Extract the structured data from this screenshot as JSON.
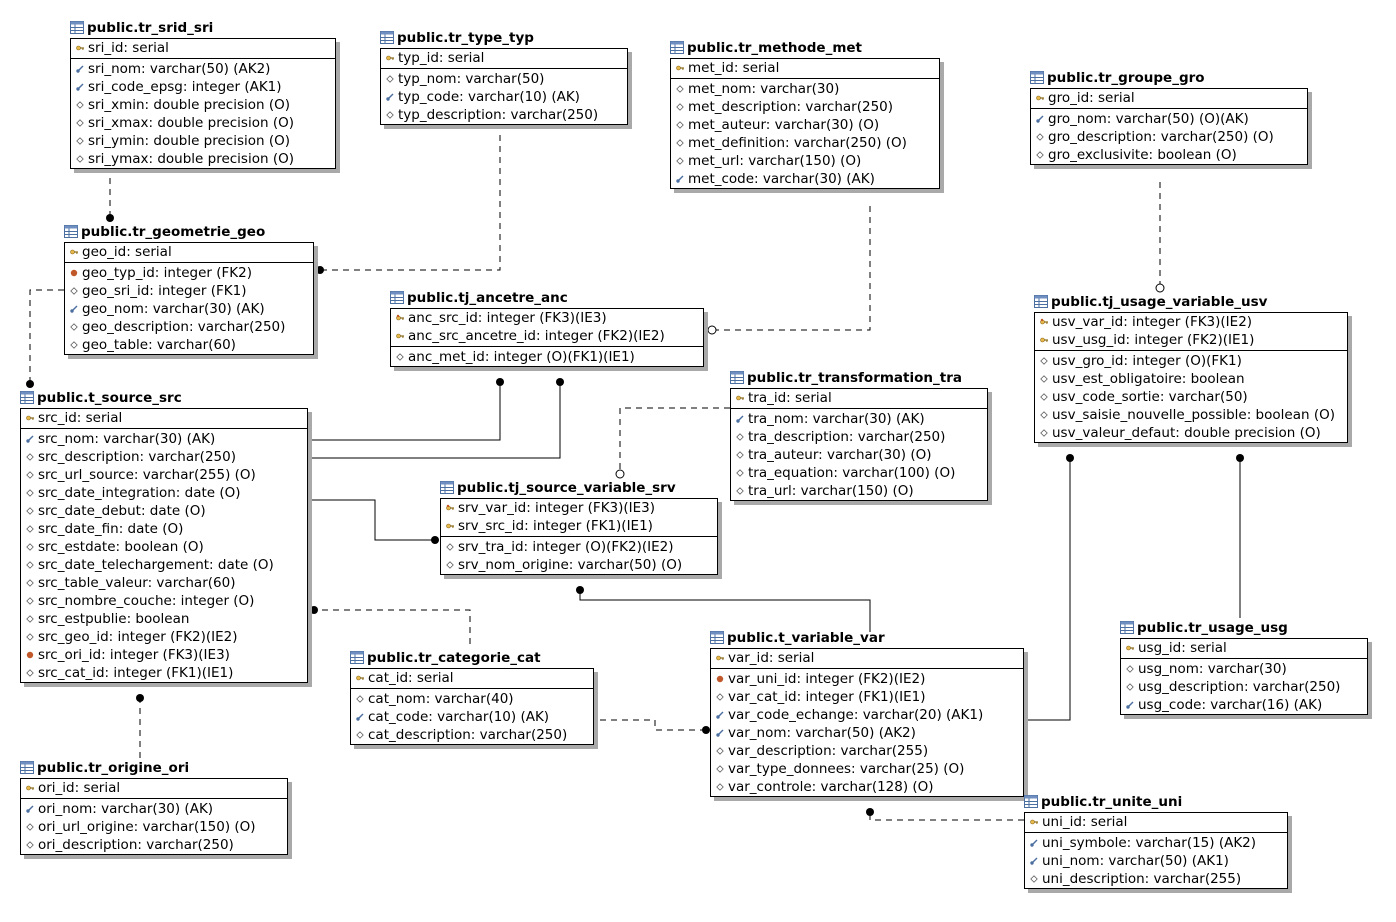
{
  "colors": {
    "line": "#000000",
    "shadow": "#a9a9a9",
    "key_icon": "#e8b84a",
    "fk_marker": "#c0582a",
    "ak_key": "#4a6fa0"
  },
  "icon_names": {
    "table": "table-icon",
    "pk": "key-icon",
    "ak": "alternate-key-icon",
    "fk": "foreign-key-dot-icon",
    "pkfk": "primary-foreign-key-icon",
    "col": "column-diamond-icon"
  },
  "tables": [
    {
      "name": "public.tr_srid_sri",
      "pk": [
        {
          "t": "sri_id: serial",
          "i": "pk"
        }
      ],
      "cols": [
        {
          "t": "sri_nom: varchar(50) (AK2)",
          "i": "ak"
        },
        {
          "t": "sri_code_epsg: integer (AK1)",
          "i": "ak"
        },
        {
          "t": "sri_xmin: double precision (O)",
          "i": "col"
        },
        {
          "t": "sri_xmax: double precision (O)",
          "i": "col"
        },
        {
          "t": "sri_ymin: double precision (O)",
          "i": "col"
        },
        {
          "t": "sri_ymax: double precision (O)",
          "i": "col"
        }
      ]
    },
    {
      "name": "public.tr_type_typ",
      "pk": [
        {
          "t": "typ_id: serial",
          "i": "pk"
        }
      ],
      "cols": [
        {
          "t": "typ_nom: varchar(50)",
          "i": "col"
        },
        {
          "t": "typ_code: varchar(10) (AK)",
          "i": "ak"
        },
        {
          "t": "typ_description: varchar(250)",
          "i": "col"
        }
      ]
    },
    {
      "name": "public.tr_methode_met",
      "pk": [
        {
          "t": "met_id: serial",
          "i": "pk"
        }
      ],
      "cols": [
        {
          "t": "met_nom: varchar(30)",
          "i": "col"
        },
        {
          "t": "met_description: varchar(250)",
          "i": "col"
        },
        {
          "t": "met_auteur: varchar(30) (O)",
          "i": "col"
        },
        {
          "t": "met_definition: varchar(250) (O)",
          "i": "col"
        },
        {
          "t": "met_url: varchar(150) (O)",
          "i": "col"
        },
        {
          "t": "met_code: varchar(30) (AK)",
          "i": "ak"
        }
      ]
    },
    {
      "name": "public.tr_groupe_gro",
      "pk": [
        {
          "t": "gro_id: serial",
          "i": "pk"
        }
      ],
      "cols": [
        {
          "t": "gro_nom: varchar(50) (O)(AK)",
          "i": "ak"
        },
        {
          "t": "gro_description: varchar(250) (O)",
          "i": "col"
        },
        {
          "t": "gro_exclusivite: boolean (O)",
          "i": "col"
        }
      ]
    },
    {
      "name": "public.tr_geometrie_geo",
      "pk": [
        {
          "t": "geo_id: serial",
          "i": "pk"
        }
      ],
      "cols": [
        {
          "t": "geo_typ_id: integer (FK2)",
          "i": "fk"
        },
        {
          "t": "geo_sri_id: integer (FK1)",
          "i": "col"
        },
        {
          "t": "geo_nom: varchar(30) (AK)",
          "i": "ak"
        },
        {
          "t": "geo_description: varchar(250)",
          "i": "col"
        },
        {
          "t": "geo_table: varchar(60)",
          "i": "col"
        }
      ]
    },
    {
      "name": "public.tj_ancetre_anc",
      "pk": [
        {
          "t": "anc_src_id: integer (FK3)(IE3)",
          "i": "pkfk"
        },
        {
          "t": "anc_src_ancetre_id: integer (FK2)(IE2)",
          "i": "pk"
        }
      ],
      "cols": [
        {
          "t": "anc_met_id: integer (O)(FK1)(IE1)",
          "i": "col"
        }
      ]
    },
    {
      "name": "public.tj_usage_variable_usv",
      "pk": [
        {
          "t": "usv_var_id: integer (FK3)(IE2)",
          "i": "pkfk"
        },
        {
          "t": "usv_usg_id: integer (FK2)(IE1)",
          "i": "pk"
        }
      ],
      "cols": [
        {
          "t": "usv_gro_id: integer (O)(FK1)",
          "i": "col"
        },
        {
          "t": "usv_est_obligatoire: boolean",
          "i": "col"
        },
        {
          "t": "usv_code_sortie: varchar(50)",
          "i": "col"
        },
        {
          "t": "usv_saisie_nouvelle_possible: boolean (O)",
          "i": "col"
        },
        {
          "t": "usv_valeur_defaut: double precision (O)",
          "i": "col"
        }
      ]
    },
    {
      "name": "public.t_source_src",
      "pk": [
        {
          "t": "src_id: serial",
          "i": "pk"
        }
      ],
      "cols": [
        {
          "t": "src_nom: varchar(30) (AK)",
          "i": "ak"
        },
        {
          "t": "src_description: varchar(250)",
          "i": "col"
        },
        {
          "t": "src_url_source: varchar(255) (O)",
          "i": "col"
        },
        {
          "t": "src_date_integration: date (O)",
          "i": "col"
        },
        {
          "t": "src_date_debut: date (O)",
          "i": "col"
        },
        {
          "t": "src_date_fin: date (O)",
          "i": "col"
        },
        {
          "t": "src_estdate: boolean (O)",
          "i": "col"
        },
        {
          "t": "src_date_telechargement: date (O)",
          "i": "col"
        },
        {
          "t": "src_table_valeur: varchar(60)",
          "i": "col"
        },
        {
          "t": "src_nombre_couche: integer (O)",
          "i": "col"
        },
        {
          "t": "src_estpublie: boolean",
          "i": "col"
        },
        {
          "t": "src_geo_id: integer (FK2)(IE2)",
          "i": "col"
        },
        {
          "t": "src_ori_id: integer (FK3)(IE3)",
          "i": "fk"
        },
        {
          "t": "src_cat_id: integer (FK1)(IE1)",
          "i": "col"
        }
      ]
    },
    {
      "name": "public.tr_transformation_tra",
      "pk": [
        {
          "t": "tra_id: serial",
          "i": "pk"
        }
      ],
      "cols": [
        {
          "t": "tra_nom: varchar(30) (AK)",
          "i": "ak"
        },
        {
          "t": "tra_description: varchar(250)",
          "i": "col"
        },
        {
          "t": "tra_auteur: varchar(30) (O)",
          "i": "col"
        },
        {
          "t": "tra_equation: varchar(100) (O)",
          "i": "col"
        },
        {
          "t": "tra_url: varchar(150) (O)",
          "i": "col"
        }
      ]
    },
    {
      "name": "public.tj_source_variable_srv",
      "pk": [
        {
          "t": "srv_var_id: integer (FK3)(IE3)",
          "i": "pkfk"
        },
        {
          "t": "srv_src_id: integer (FK1)(IE1)",
          "i": "pk"
        }
      ],
      "cols": [
        {
          "t": "srv_tra_id: integer (O)(FK2)(IE2)",
          "i": "col"
        },
        {
          "t": "srv_nom_origine: varchar(50) (O)",
          "i": "col"
        }
      ]
    },
    {
      "name": "public.tr_usage_usg",
      "pk": [
        {
          "t": "usg_id: serial",
          "i": "pk"
        }
      ],
      "cols": [
        {
          "t": "usg_nom: varchar(30)",
          "i": "col"
        },
        {
          "t": "usg_description: varchar(250)",
          "i": "col"
        },
        {
          "t": "usg_code: varchar(16) (AK)",
          "i": "ak"
        }
      ]
    },
    {
      "name": "public.tr_categorie_cat",
      "pk": [
        {
          "t": "cat_id: serial",
          "i": "pk"
        }
      ],
      "cols": [
        {
          "t": "cat_nom: varchar(40)",
          "i": "col"
        },
        {
          "t": "cat_code: varchar(10) (AK)",
          "i": "ak"
        },
        {
          "t": "cat_description: varchar(250)",
          "i": "col"
        }
      ]
    },
    {
      "name": "public.t_variable_var",
      "pk": [
        {
          "t": "var_id: serial",
          "i": "pk"
        }
      ],
      "cols": [
        {
          "t": "var_uni_id: integer (FK2)(IE2)",
          "i": "fk"
        },
        {
          "t": "var_cat_id: integer (FK1)(IE1)",
          "i": "col"
        },
        {
          "t": "var_code_echange: varchar(20) (AK1)",
          "i": "ak"
        },
        {
          "t": "var_nom: varchar(50) (AK2)",
          "i": "ak"
        },
        {
          "t": "var_description: varchar(255)",
          "i": "col"
        },
        {
          "t": "var_type_donnees: varchar(25) (O)",
          "i": "col"
        },
        {
          "t": "var_controle: varchar(128) (O)",
          "i": "col"
        }
      ]
    },
    {
      "name": "public.tr_origine_ori",
      "pk": [
        {
          "t": "ori_id: serial",
          "i": "pk"
        }
      ],
      "cols": [
        {
          "t": "ori_nom: varchar(30) (AK)",
          "i": "ak"
        },
        {
          "t": "ori_url_origine: varchar(150) (O)",
          "i": "col"
        },
        {
          "t": "ori_description: varchar(250)",
          "i": "col"
        }
      ]
    },
    {
      "name": "public.tr_unite_uni",
      "pk": [
        {
          "t": "uni_id: serial",
          "i": "pk"
        }
      ],
      "cols": [
        {
          "t": "uni_symbole: varchar(15) (AK2)",
          "i": "ak"
        },
        {
          "t": "uni_nom: varchar(50) (AK1)",
          "i": "ak"
        },
        {
          "t": "uni_description: varchar(255)",
          "i": "col"
        }
      ]
    }
  ],
  "relationships": [
    {
      "from": "public.tr_srid_sri",
      "to": "public.tr_geometrie_geo",
      "style": "dashed",
      "end": "filled"
    },
    {
      "from": "public.tr_type_typ",
      "to": "public.tr_geometrie_geo",
      "style": "dashed",
      "end": "filled"
    },
    {
      "from": "public.tr_geometrie_geo",
      "to": "public.t_source_src",
      "style": "dashed",
      "end": "filled"
    },
    {
      "from": "public.tr_methode_met",
      "to": "public.tj_ancetre_anc",
      "style": "dashed",
      "end": "hollow"
    },
    {
      "from": "public.t_source_src",
      "to": "public.tj_ancetre_anc",
      "style": "solid",
      "end": "filled"
    },
    {
      "from": "public.t_source_src",
      "to": "public.tj_ancetre_anc",
      "style": "solid",
      "end": "filled"
    },
    {
      "from": "public.tr_groupe_gro",
      "to": "public.tj_usage_variable_usv",
      "style": "dashed",
      "end": "hollow"
    },
    {
      "from": "public.tr_transformation_tra",
      "to": "public.tj_source_variable_srv",
      "style": "dashed",
      "end": "hollow"
    },
    {
      "from": "public.t_source_src",
      "to": "public.tj_source_variable_srv",
      "style": "solid",
      "end": "filled"
    },
    {
      "from": "public.t_variable_var",
      "to": "public.tj_source_variable_srv",
      "style": "solid",
      "end": "filled"
    },
    {
      "from": "public.tr_categorie_cat",
      "to": "public.t_source_src",
      "style": "dashed",
      "end": "filled"
    },
    {
      "from": "public.tr_categorie_cat",
      "to": "public.t_variable_var",
      "style": "dashed",
      "end": "filled"
    },
    {
      "from": "public.tr_origine_ori",
      "to": "public.t_source_src",
      "style": "dashed",
      "end": "filled"
    },
    {
      "from": "public.t_variable_var",
      "to": "public.tj_usage_variable_usv",
      "style": "solid",
      "end": "filled"
    },
    {
      "from": "public.tr_usage_usg",
      "to": "public.tj_usage_variable_usv",
      "style": "solid",
      "end": "filled"
    },
    {
      "from": "public.tr_unite_uni",
      "to": "public.t_variable_var",
      "style": "dashed",
      "end": "filled"
    }
  ]
}
